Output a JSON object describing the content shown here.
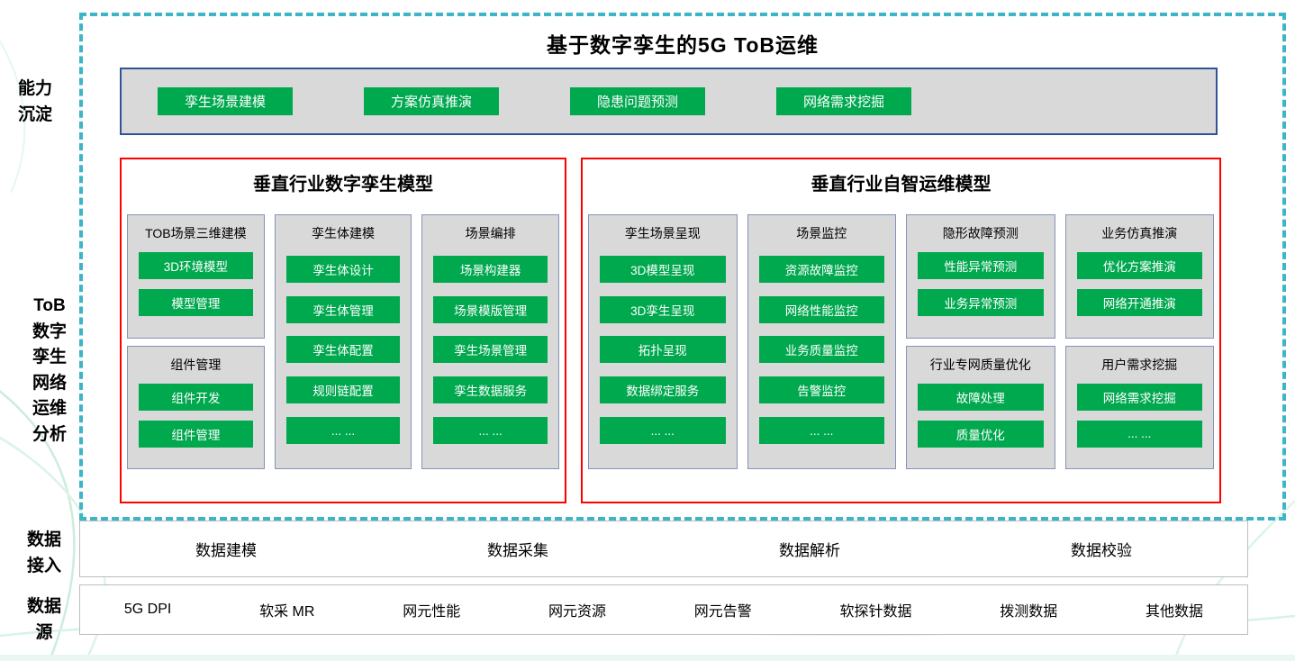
{
  "title": "基于数字孪生的5G ToB运维",
  "side_labels": {
    "capability": "能力\n沉淀",
    "analysis": "ToB\n数字\n孪生\n网络\n运维\n分析",
    "data_access": "数据\n接入",
    "data_source": "数据\n源"
  },
  "capability": {
    "buttons": [
      "孪生场景建模",
      "方案仿真推演",
      "隐患问题预测",
      "网络需求挖掘"
    ]
  },
  "left_panel": {
    "title": "垂直行业数字孪生模型",
    "col1": {
      "box1": {
        "header": "TOB场景三维建模",
        "items": [
          "3D环境模型",
          "模型管理"
        ]
      },
      "box2": {
        "header": "组件管理",
        "items": [
          "组件开发",
          "组件管理"
        ]
      }
    },
    "col2": {
      "header": "孪生体建模",
      "items": [
        "孪生体设计",
        "孪生体管理",
        "孪生体配置",
        "规则链配置",
        "... ..."
      ]
    },
    "col3": {
      "header": "场景编排",
      "items": [
        "场景构建器",
        "场景模版管理",
        "孪生场景管理",
        "孪生数据服务",
        "... ..."
      ]
    }
  },
  "right_panel": {
    "title": "垂直行业自智运维模型",
    "col1": {
      "header": "孪生场景呈现",
      "items": [
        "3D模型呈现",
        "3D孪生呈现",
        "拓扑呈现",
        "数据绑定服务",
        "... ..."
      ]
    },
    "col2": {
      "header": "场景监控",
      "items": [
        "资源故障监控",
        "网络性能监控",
        "业务质量监控",
        "告警监控",
        "... ..."
      ]
    },
    "col3": {
      "box1": {
        "header": "隐形故障预测",
        "items": [
          "性能异常预测",
          "业务异常预测"
        ]
      },
      "box2": {
        "header": "行业专网质量优化",
        "items": [
          "故障处理",
          "质量优化"
        ]
      }
    },
    "col4": {
      "box1": {
        "header": "业务仿真推演",
        "items": [
          "优化方案推演",
          "网络开通推演"
        ]
      },
      "box2": {
        "header": "用户需求挖掘",
        "items": [
          "网络需求挖掘",
          "... ..."
        ]
      }
    }
  },
  "data_access": {
    "items": [
      "数据建模",
      "数据采集",
      "数据解析",
      "数据校验"
    ]
  },
  "data_source": {
    "items": [
      "5G DPI",
      "软采 MR",
      "网元性能",
      "网元资源",
      "网元告警",
      "软探针数据",
      "拨测数据",
      "其他数据"
    ]
  },
  "colors": {
    "green": "#00a84e",
    "panel_gray": "#d9d9d9",
    "red_border": "#fe0000",
    "blue_border": "#2f5496",
    "dashed_teal": "#3db5c8"
  }
}
